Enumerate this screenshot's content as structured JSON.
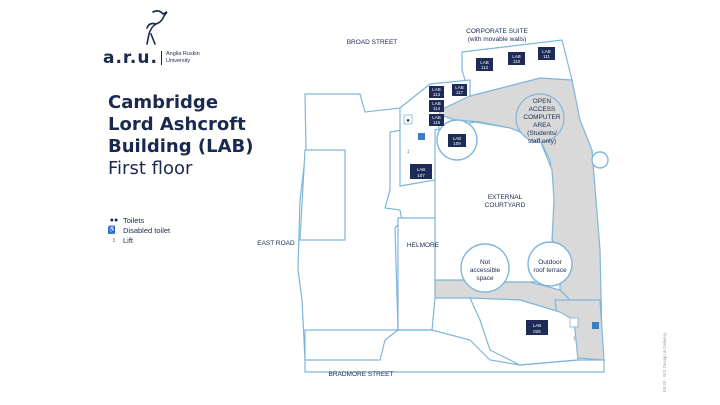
{
  "logo": {
    "wordmark": "a.r.u.",
    "subtitle_line1": "Anglia Ruskin",
    "subtitle_line2": "University"
  },
  "title": {
    "line1": "Cambridge",
    "line2": "Lord Ashcroft",
    "line3": "Building (LAB)",
    "line4": "First floor"
  },
  "legend": {
    "toilets": "Toilets",
    "disabled_toilet": "Disabled toilet",
    "lift": "Lift"
  },
  "streets": {
    "broad_street": "BROAD STREET",
    "east_road": "EAST ROAD",
    "bradmore_street": "BRADMORE STREET"
  },
  "areas": {
    "corporate_suite_1": "CORPORATE SUITE",
    "corporate_suite_2": "(with movable walls)",
    "open_access_1": "OPEN",
    "open_access_2": "ACCESS",
    "open_access_3": "COMPUTER",
    "open_access_4": "AREA",
    "open_access_5": "(Students/",
    "open_access_6": "staff only)",
    "courtyard_1": "EXTERNAL",
    "courtyard_2": "COURTYARD",
    "helmore": "HELMORE",
    "not_accessible_1": "Not",
    "not_accessible_2": "accessible",
    "not_accessible_3": "space",
    "terrace_1": "Outdoor",
    "terrace_2": "roof terrace"
  },
  "rooms": [
    {
      "name": "LAB",
      "number": "112"
    },
    {
      "name": "LAB",
      "number": "110"
    },
    {
      "name": "LAB",
      "number": "111"
    },
    {
      "name": "LAB",
      "number": "113"
    },
    {
      "name": "LAB",
      "number": "114"
    },
    {
      "name": "LAB",
      "number": "117"
    },
    {
      "name": "LAB",
      "number": "115"
    },
    {
      "name": "LAB",
      "number": "109"
    },
    {
      "name": "LAB",
      "number": "107"
    },
    {
      "name": "LAB",
      "number": "026"
    }
  ],
  "credit": "09.20 - BIS Design & Delivery",
  "colors": {
    "navy": "#1a2a4f",
    "outline": "#7fb6da",
    "grey_area": "#d9d9d9",
    "room_fill": "#1d2b57",
    "accessible_blue": "#3b7ec8"
  }
}
